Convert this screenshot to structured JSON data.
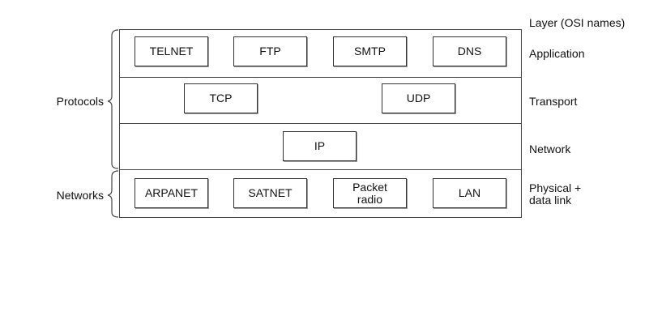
{
  "header": {
    "layer_title": "Layer (OSI names)"
  },
  "layers": [
    {
      "name": "Application",
      "boxes": [
        "TELNET",
        "FTP",
        "SMTP",
        "DNS"
      ]
    },
    {
      "name": "Transport",
      "boxes": [
        "TCP",
        "UDP"
      ]
    },
    {
      "name": "Network",
      "boxes": [
        "IP"
      ]
    },
    {
      "name": "Physical +\ndata link",
      "boxes": [
        "ARPANET",
        "SATNET",
        "Packet\nradio",
        "LAN"
      ]
    }
  ],
  "groups": {
    "protocols": "Protocols",
    "networks": "Networks"
  },
  "colors": {
    "line": "#444444",
    "box_border": "#333333",
    "text": "#111111"
  }
}
